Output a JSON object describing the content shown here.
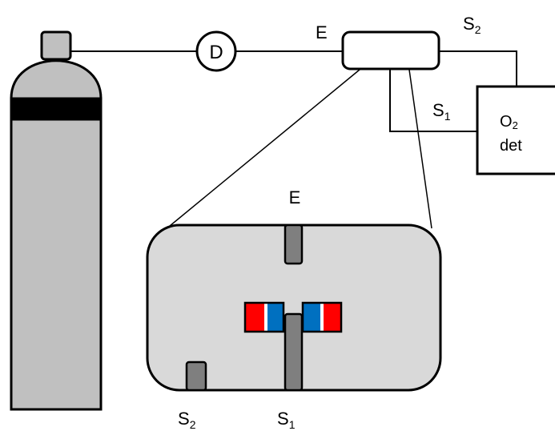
{
  "labels": {
    "flowmeter": "D",
    "entry_top": "E",
    "outlet2_top_main": "S",
    "outlet2_top_sub": "2",
    "outlet1_side_main": "S",
    "outlet1_side_sub": "1",
    "detector_line1_main": "O",
    "detector_line1_sub": "2",
    "detector_line2": "det",
    "entry_inset": "E",
    "outlet2_bottom_main": "S",
    "outlet2_bottom_sub": "2",
    "outlet1_bottom_main": "S",
    "outlet1_bottom_sub": "1"
  },
  "colors": {
    "cylinder_fill": "#c0c0c0",
    "cylinder_band": "#000000",
    "chamber_fill": "#d9d9d9",
    "port_fill": "#7f7f7f",
    "magnet_red": "#ff0000",
    "magnet_blue": "#0070c0",
    "magnet_white": "#ffffff",
    "line": "#000000"
  }
}
